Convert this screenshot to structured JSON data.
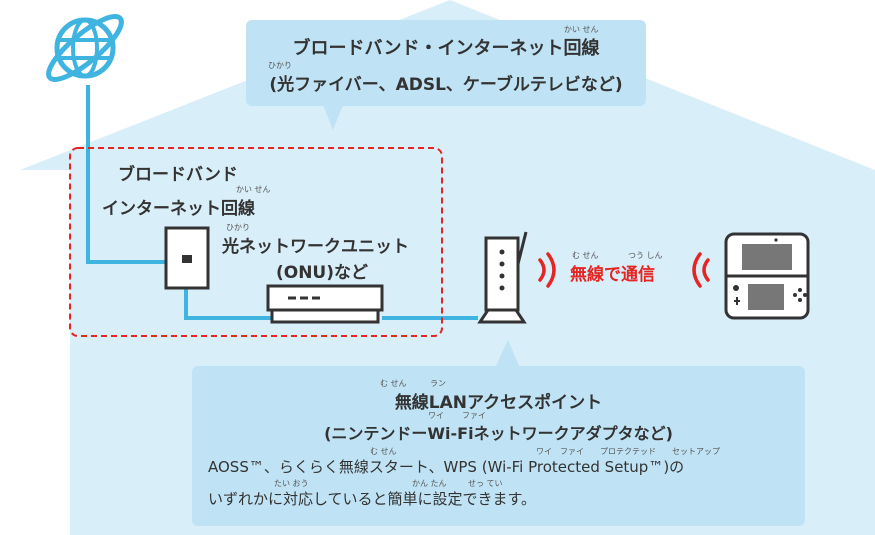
{
  "colors": {
    "house": "#d8eef9",
    "callout": "#bfe3f5",
    "cable": "#3fb4e0",
    "dash_border": "#e52521",
    "signal": "#e52521",
    "text": "#333333"
  },
  "icons": [
    "globe-icon",
    "wall-socket-icon",
    "onu-device-icon",
    "access-point-icon",
    "signal-waves-icon",
    "nintendo-3ds-icon"
  ],
  "top_callout": {
    "line1": "ブロードバンド・インターネット回線",
    "line1_ruby": "かい せん",
    "line2": "(光ファイバー、ADSL、ケーブルテレビなど)",
    "line2_ruby": "ひかり"
  },
  "broadband_label": {
    "line1": "ブロードバンド",
    "line2": "インターネット回線",
    "line2_ruby": "かい せん"
  },
  "onu_label": {
    "line1": "光ネットワークユニット",
    "line1_ruby": "ひかり",
    "line2": "(ONU)など"
  },
  "wireless_label": {
    "text": "無線で通信",
    "ruby_left": "む せん",
    "ruby_right": "つう しん"
  },
  "bottom_callout": {
    "title": "無線LANアクセスポイント",
    "title_ruby_left": "む せん",
    "title_ruby_right": "ラン",
    "subtitle": "(ニンテンドーWi-Fiネットワークアダプタなど)",
    "subtitle_ruby_left": "ワイ",
    "subtitle_ruby_right": "ファイ",
    "desc1": "AOSS™、らくらく無線スタート、WPS (Wi-Fi Protected Setup™)の",
    "desc1_ruby_a": "む せん",
    "desc1_ruby_b": "ワイ　ファイ",
    "desc1_ruby_c": "プロテクテッド",
    "desc1_ruby_d": "セットアップ",
    "desc2": "いずれかに対応していると簡単に設定できます。",
    "desc2_ruby_a": "たい おう",
    "desc2_ruby_b": "かん たん",
    "desc2_ruby_c": "せっ てい"
  }
}
